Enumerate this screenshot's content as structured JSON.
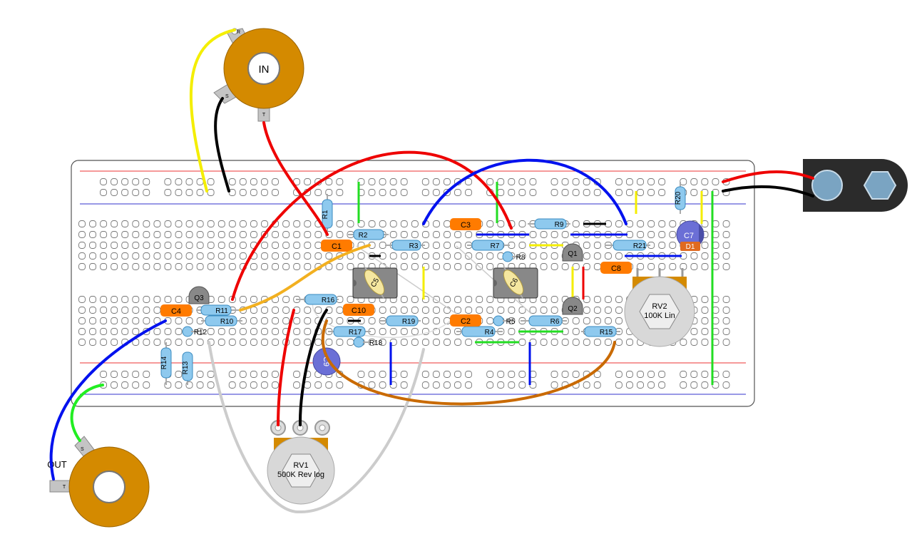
{
  "jacks": {
    "input": {
      "label": "IN",
      "lug_r": "R",
      "lug_s": "S",
      "lug_t": "T"
    },
    "output": {
      "label": "OUT",
      "lug_s": "S",
      "lug_t": "T"
    }
  },
  "pots": {
    "rv1": {
      "name": "RV1",
      "value": "500K Rev log"
    },
    "rv2": {
      "name": "RV2",
      "value": "100K Lin"
    }
  },
  "capacitors": {
    "c1": "C1",
    "c2": "C2",
    "c3": "C3",
    "c4": "C4",
    "c8": "C8",
    "c10": "C10",
    "c5": "C5",
    "c6": "C6",
    "c7": "C7",
    "c9": "C9"
  },
  "resistors": {
    "r1": "R1",
    "r2": "R2",
    "r3": "R3",
    "r4": "R4",
    "r5": "R5",
    "r6": "R6",
    "r7": "R7",
    "r8": "R8",
    "r9": "R9",
    "r10": "R10",
    "r11": "R11",
    "r12": "R12",
    "r13": "R13",
    "r14": "R14",
    "r15": "R15",
    "r16": "R16",
    "r17": "R17",
    "r18": "R18",
    "r19": "R19",
    "r20": "R20",
    "r21": "R21"
  },
  "transistors": {
    "q1": "Q1",
    "q2": "Q2",
    "q3": "Q3"
  },
  "diodes": {
    "d1": "D1"
  },
  "colors": {
    "jack_body": "#d48a00",
    "capacitor_orange": "#ff7b00",
    "electrolytic_blue": "#6b6fd6",
    "resistor_blue": "#8ec9ee",
    "wire_red": "#ee0000",
    "wire_blue": "#0011ee",
    "wire_yellow": "#f4ee00",
    "wire_black": "#000000",
    "wire_green": "#22dd22",
    "wire_orange": "#c96a00",
    "wire_gold": "#f2b020",
    "wire_gray": "#cccccc"
  }
}
